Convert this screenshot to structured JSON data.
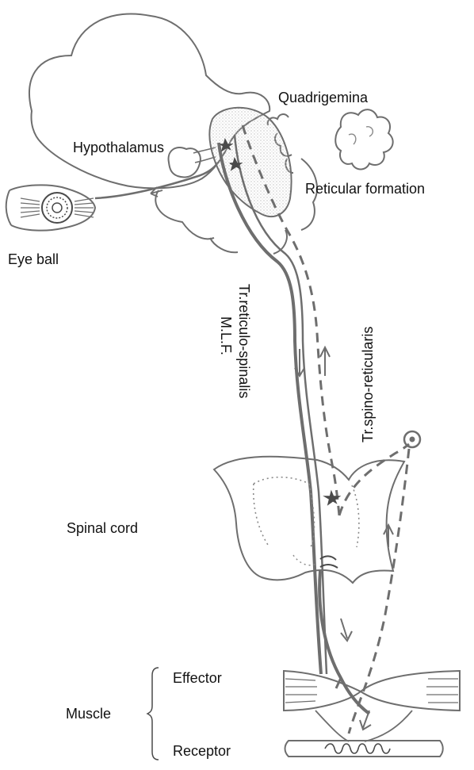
{
  "labels": {
    "quadrigemina": "Quadrigemina",
    "hypothalamus": "Hypothalamus",
    "reticular_formation": "Reticular formation",
    "eye_ball": "Eye ball",
    "tr_reticulo_spinalis": "Tr.reticulo-spinalis",
    "mlf": "M.L.F.",
    "tr_spino_reticularis": "Tr.spino-reticularis",
    "spinal_cord": "Spinal cord",
    "effector": "Effector",
    "muscle": "Muscle",
    "receptor": "Receptor"
  },
  "colors": {
    "line": "#6e6e6e",
    "dark_line": "#4a4a4a",
    "stipple": "#c8c8c8",
    "text": "#111111"
  }
}
